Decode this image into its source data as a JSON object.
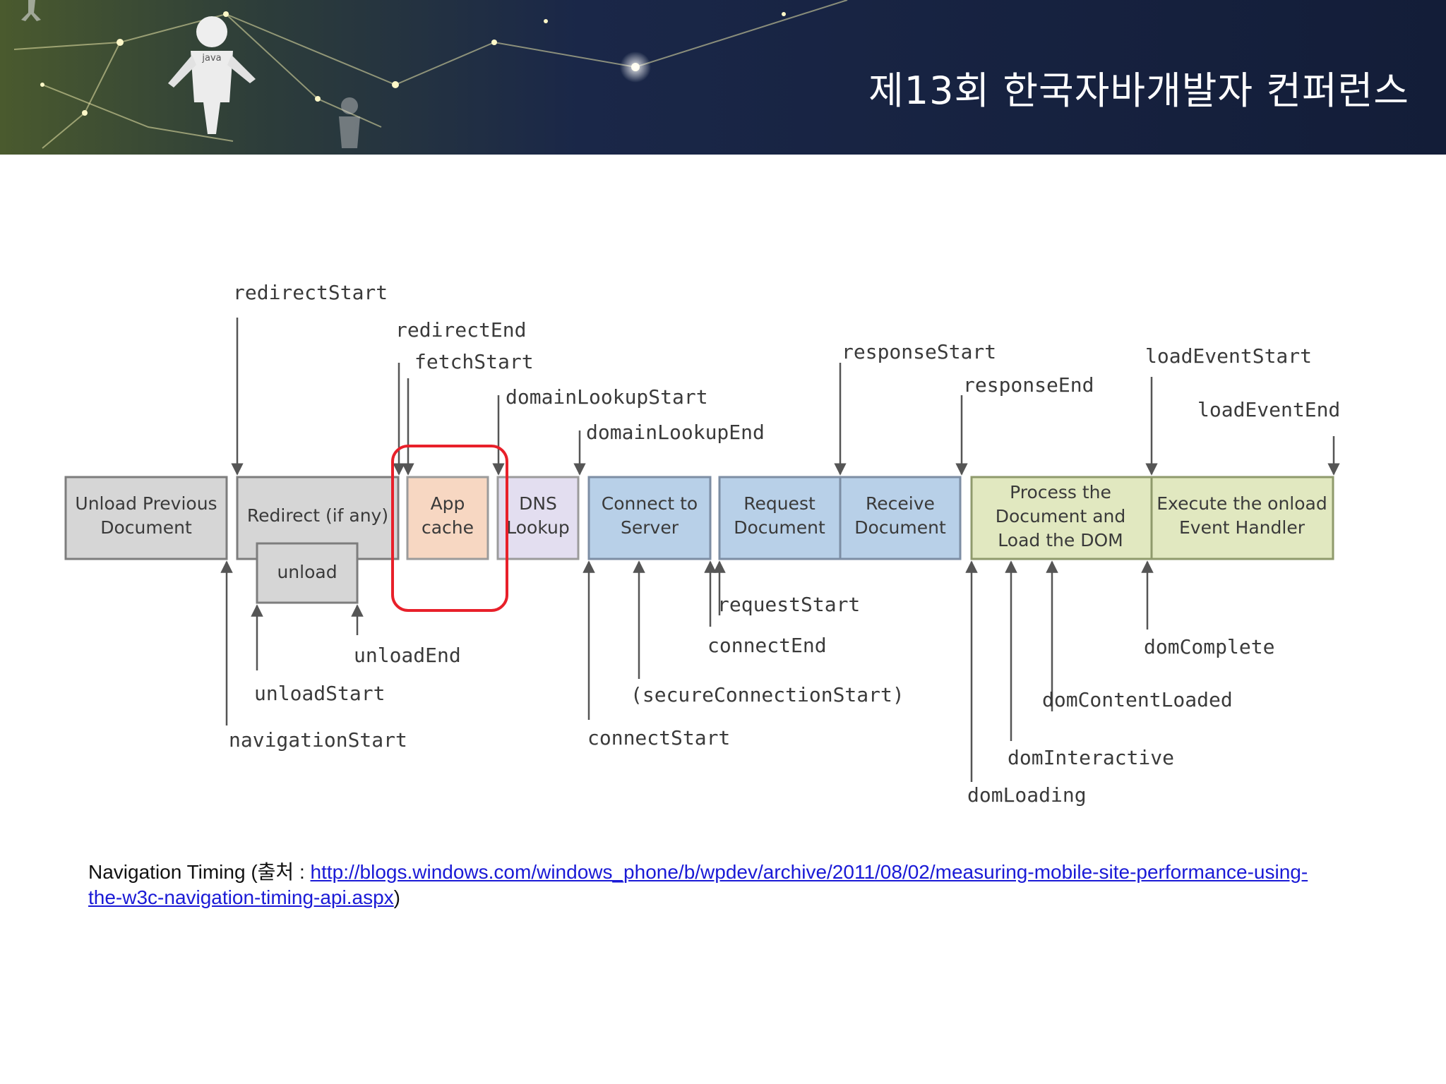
{
  "header": {
    "title": "제13회 한국자바개발자 컨퍼런스",
    "logo_text": "java"
  },
  "diagram": {
    "boxes": {
      "unload_prev": [
        "Unload Previous",
        "Document"
      ],
      "redirect": [
        "Redirect (if any)"
      ],
      "unload": [
        "unload"
      ],
      "app_cache": [
        "App",
        "cache"
      ],
      "dns": [
        "DNS",
        "Lookup"
      ],
      "connect": [
        "Connect to",
        "Server"
      ],
      "request": [
        "Request",
        "Document"
      ],
      "receive": [
        "Receive",
        "Document"
      ],
      "process": [
        "Process the",
        "Document and",
        "Load the DOM"
      ],
      "onload": [
        "Execute the onload",
        "Event Handler"
      ]
    },
    "events": {
      "redirectStart": "redirectStart",
      "redirectEnd": "redirectEnd",
      "fetchStart": "fetchStart",
      "domainLookupStart": "domainLookupStart",
      "domainLookupEnd": "domainLookupEnd",
      "responseStart": "responseStart",
      "responseEnd": "responseEnd",
      "loadEventStart": "loadEventStart",
      "loadEventEnd": "loadEventEnd",
      "navigationStart": "navigationStart",
      "unloadStart": "unloadStart",
      "unloadEnd": "unloadEnd",
      "connectStart": "connectStart",
      "secureConnectionStart": "(secureConnectionStart)",
      "connectEnd": "connectEnd",
      "requestStart": "requestStart",
      "domLoading": "domLoading",
      "domInteractive": "domInteractive",
      "domContentLoaded": "domContentLoaded",
      "domComplete": "domComplete"
    },
    "highlight_color": "#e8202a"
  },
  "caption": {
    "prefix": "Navigation Timing (출처 : ",
    "link": "http://blogs.windows.com/windows_phone/b/wpdev/archive/2011/08/02/measuring-mobile-site-performance-using-the-w3c-navigation-timing-api.aspx",
    "link_line1": "http://blogs.windows.com/windows_phone/b/wpdev/archive/2011/08/02/measuring-mobile-site-performance-using-",
    "link_line2": "the-w3c-navigation-timing-api.aspx",
    "suffix": ")"
  }
}
